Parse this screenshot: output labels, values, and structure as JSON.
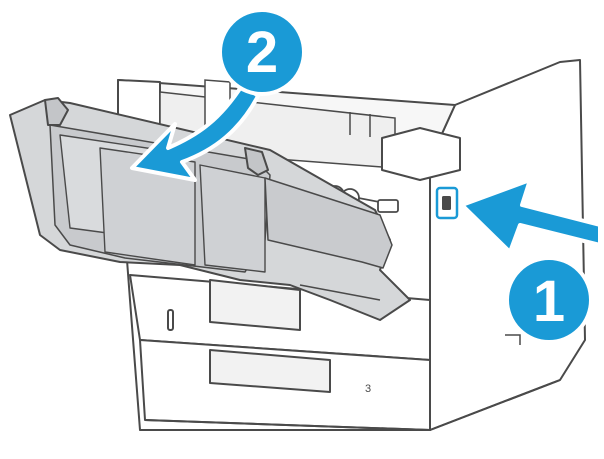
{
  "diagram": {
    "steps": [
      {
        "number": "1"
      },
      {
        "number": "2"
      },
      {
        "number": "3"
      }
    ],
    "colors": {
      "accent_blue": "#1a9ad6",
      "door_gray": "#d5d7d9",
      "door_shadow": "#bfc1c4",
      "body_white": "#ffffff",
      "outline": "#4a4a4a",
      "interior": "#efefef",
      "badge_text": "#ffffff"
    },
    "icons": {
      "release_button": "release-button-icon",
      "arrow_press": "arrow-right-icon",
      "arrow_open": "curved-arrow-down-icon"
    }
  }
}
